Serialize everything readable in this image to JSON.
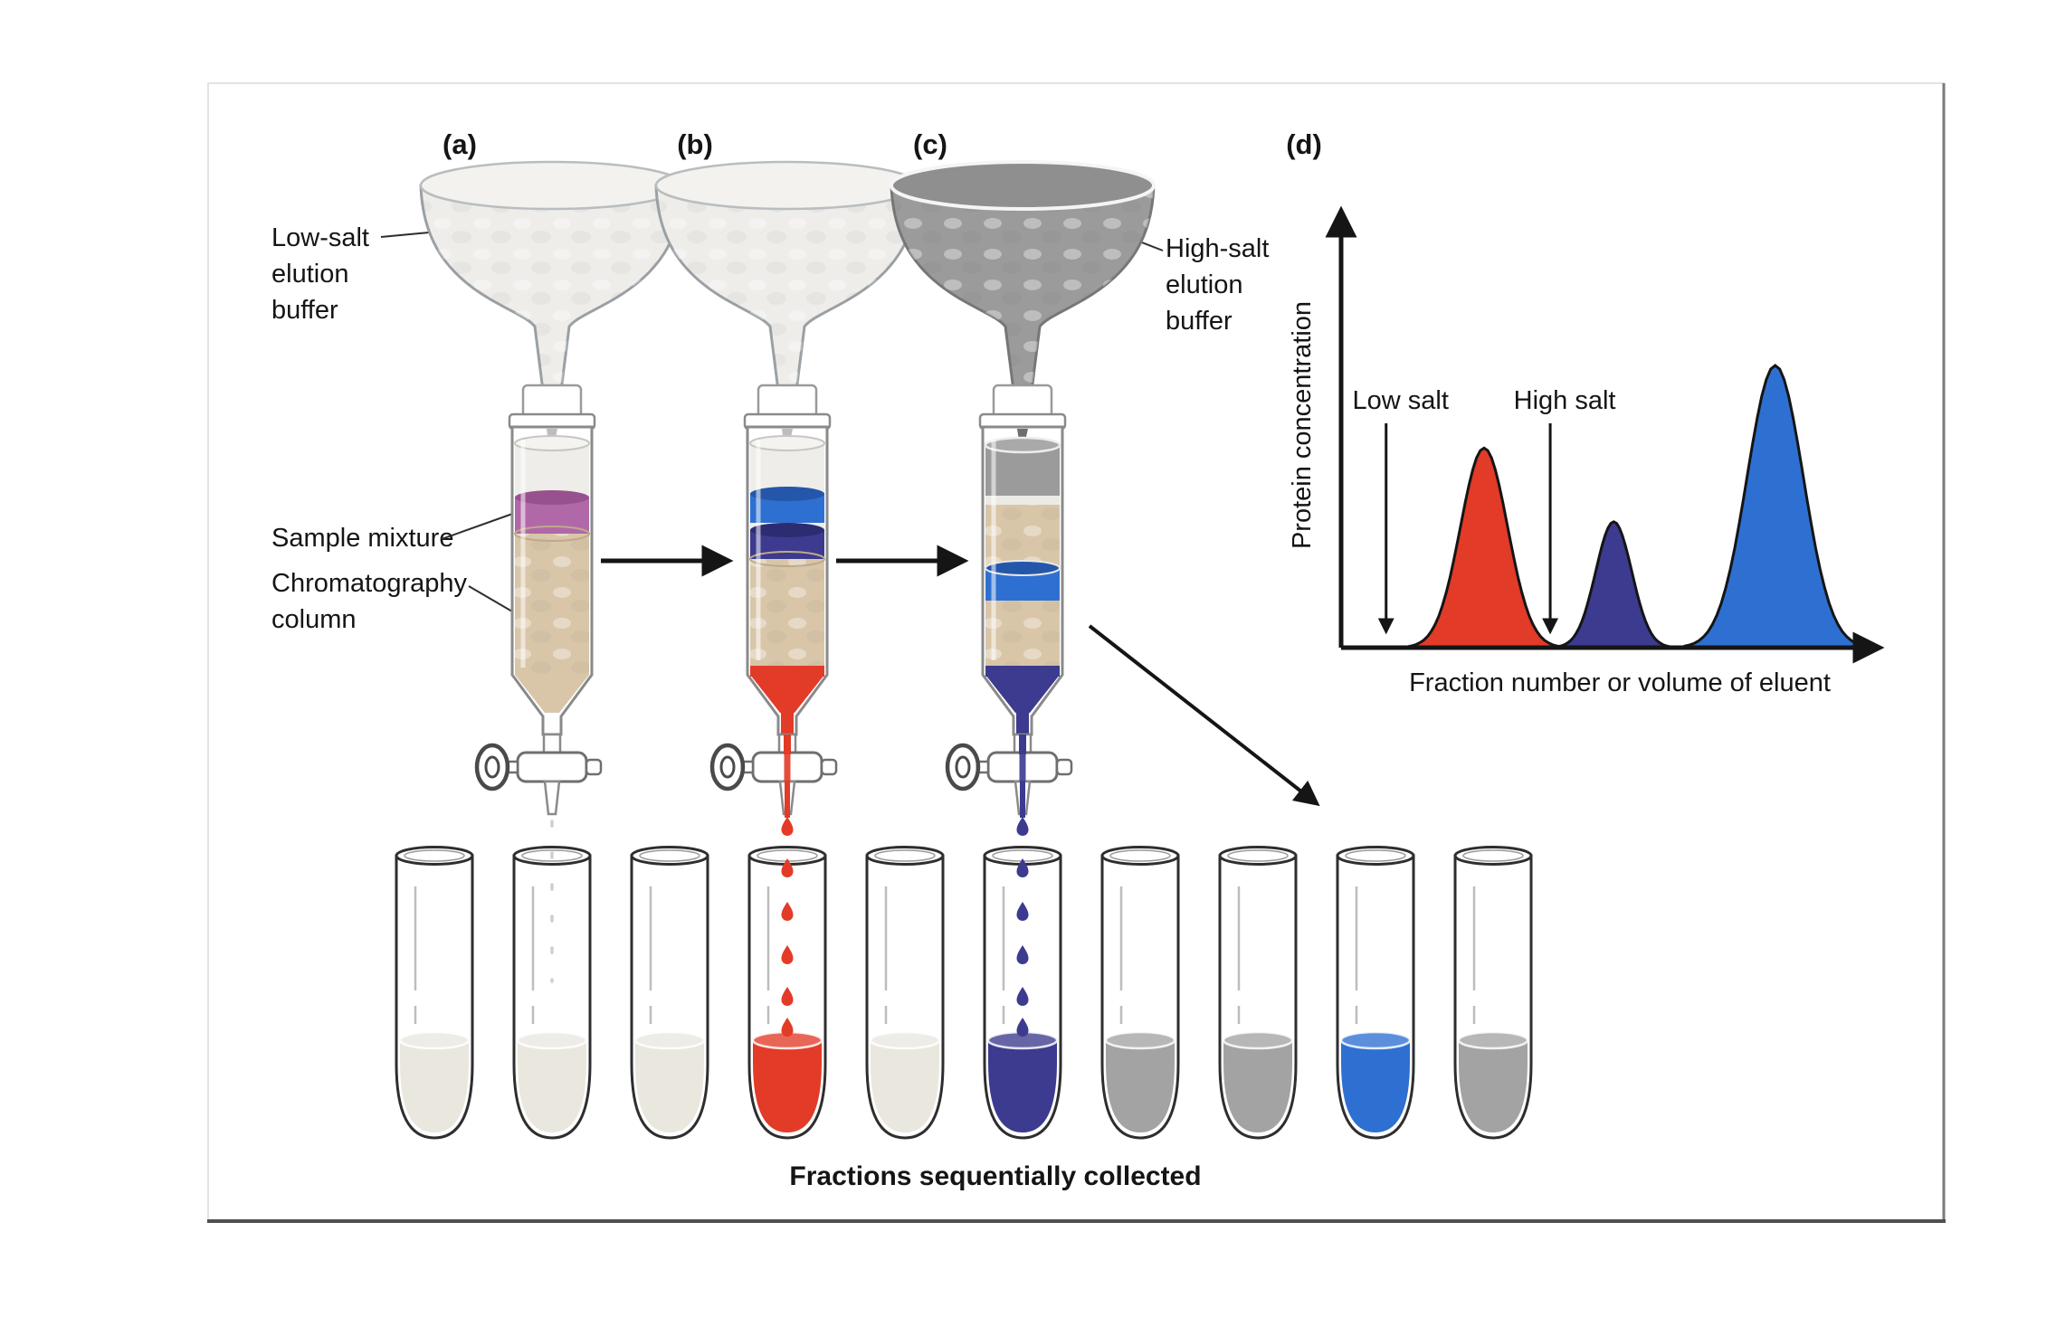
{
  "figure": {
    "panels": [
      "(a)",
      "(b)",
      "(c)",
      "(d)"
    ],
    "labels": {
      "low_salt_buffer": [
        "Low-salt",
        "elution",
        "buffer"
      ],
      "sample_mixture": "Sample mixture",
      "chromatography_column": [
        "Chromatography",
        "column"
      ],
      "high_salt_buffer": [
        "High-salt",
        "elution",
        "buffer"
      ],
      "caption": "Fractions sequentially collected"
    },
    "colors": {
      "red": "#e23b28",
      "dark_blue": "#3c3b8f",
      "blue": "#2e70d1",
      "purple": "#b168a9",
      "purple_dark": "#98518f",
      "resin": "#d9c6a9",
      "buffer_light": "#eeede9",
      "buffer_dark": "#9b9b9b",
      "tube_pale": "#eae7df",
      "tube_gray": "#a3a3a3"
    },
    "tubes": [
      "pale",
      "pale",
      "pale",
      "red",
      "pale",
      "dark_blue",
      "gray",
      "gray",
      "blue",
      "gray"
    ]
  },
  "chart_data": {
    "type": "area",
    "title": "",
    "xlabel": "Fraction number or volume of eluent",
    "ylabel": "Protein concentration",
    "annotations": [
      {
        "label": "Low salt",
        "x_frac": 0.085
      },
      {
        "label": "High salt",
        "x_frac": 0.395
      }
    ],
    "peaks": [
      {
        "name": "red-protein-peak",
        "color": "#e23b28",
        "center_frac": 0.27,
        "sigma_frac": 0.0445,
        "height_frac": 0.455
      },
      {
        "name": "dark-blue-protein-peak",
        "color": "#3c3b8f",
        "center_frac": 0.515,
        "sigma_frac": 0.034,
        "height_frac": 0.287
      },
      {
        "name": "blue-protein-peak",
        "color": "#2e70d1",
        "center_frac": 0.82,
        "sigma_frac": 0.053,
        "height_frac": 0.643
      }
    ]
  }
}
